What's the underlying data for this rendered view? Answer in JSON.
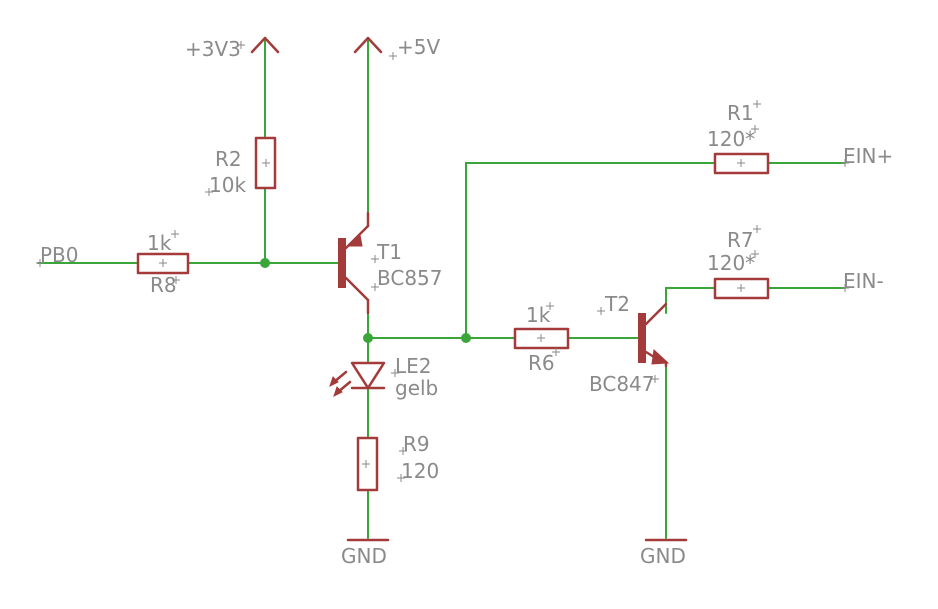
{
  "schematic": {
    "supplies": {
      "v33": "+3V3",
      "v5": "+5V"
    },
    "grounds": {
      "gnd_led": "GND",
      "gnd_t2": "GND"
    },
    "ports": {
      "pb0": "PB0",
      "ein_plus": "EIN+",
      "ein_minus": "EIN-"
    },
    "r1": {
      "name": "R1",
      "value": "120*"
    },
    "r2": {
      "name": "R2",
      "value": "10k"
    },
    "r6": {
      "name": "R6",
      "value": "1k"
    },
    "r7": {
      "name": "R7",
      "value": "120*"
    },
    "r8": {
      "name": "R8",
      "value": "1k"
    },
    "r9": {
      "name": "R9",
      "value": "120"
    },
    "t1": {
      "name": "T1",
      "value": "BC857"
    },
    "t2": {
      "name": "T2",
      "value": "BC847"
    },
    "le2": {
      "name": "LE2",
      "value": "gelb"
    },
    "colors": {
      "wire": "#3aa63a",
      "part": "#a33b3b",
      "text": "#8a8a8a",
      "background": "#ffffff"
    }
  }
}
